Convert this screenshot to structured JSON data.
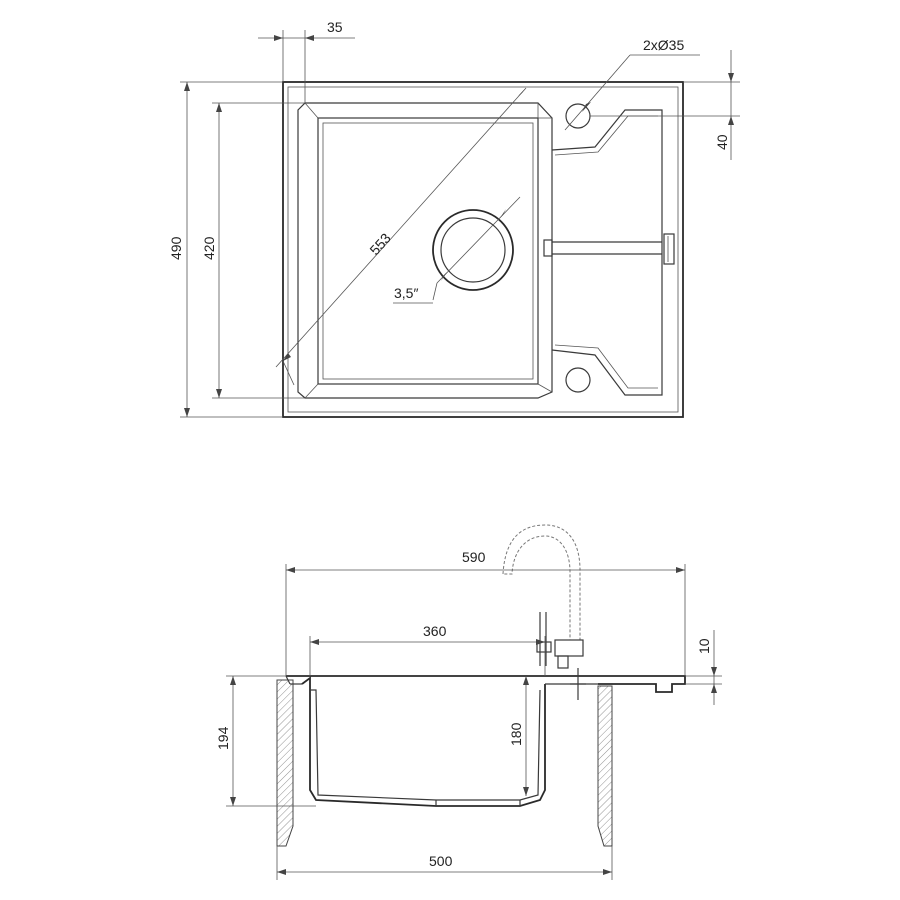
{
  "top_view": {
    "dimensions": {
      "rim_offset": "35",
      "tap_holes": "2xØ35",
      "hole_offset": "40",
      "overall_depth": "490",
      "bowl_depth": "420",
      "diagonal": "553",
      "drain": "3,5″"
    }
  },
  "side_view": {
    "dimensions": {
      "overall_width": "590",
      "bowl_width": "360",
      "rim_thickness": "10",
      "overall_height": "194",
      "bowl_height": "180",
      "cabinet_width": "500"
    }
  }
}
